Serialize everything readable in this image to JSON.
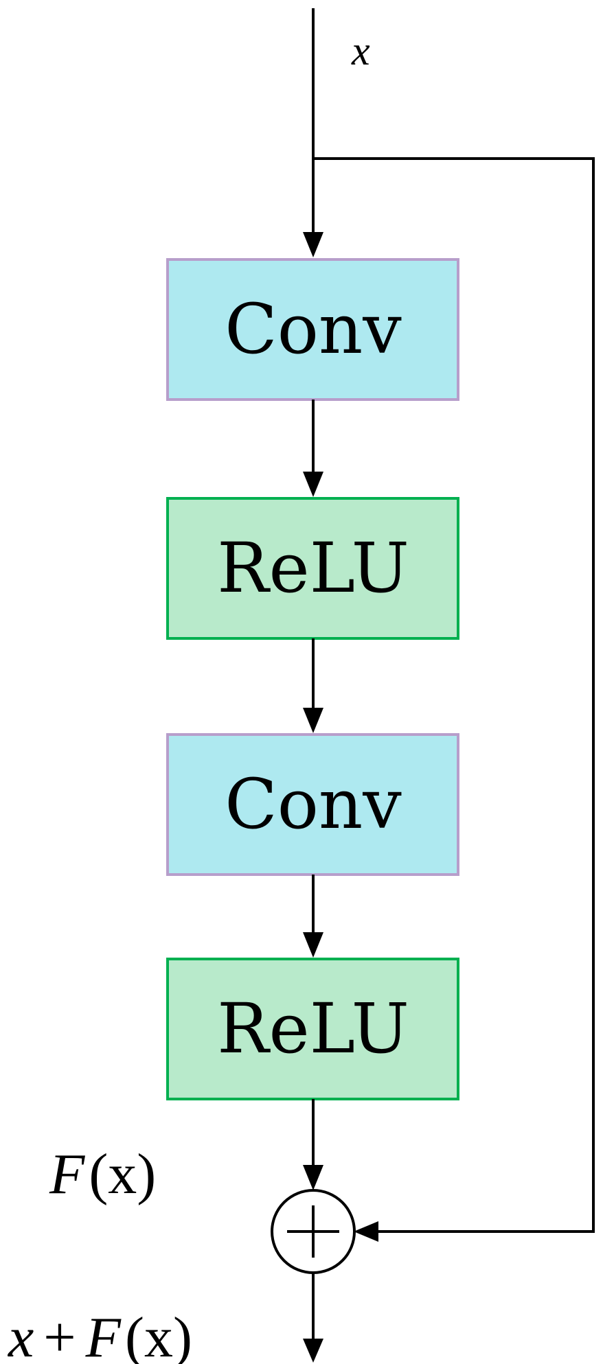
{
  "input_label": "x",
  "blocks": [
    {
      "label": "Conv",
      "kind": "conv"
    },
    {
      "label": "ReLU",
      "kind": "relu"
    },
    {
      "label": "Conv",
      "kind": "conv"
    },
    {
      "label": "ReLU",
      "kind": "relu"
    }
  ],
  "residual_label": {
    "fn": "F",
    "open": "(",
    "arg": "x",
    "close": ")"
  },
  "output_label": {
    "var": "x",
    "plus": "+",
    "fn": "F",
    "open": "(",
    "arg": "x",
    "close": ")"
  },
  "adder_symbol": "+",
  "colors": {
    "conv_fill": "#AEE9F0",
    "conv_stroke": "#B79ECB",
    "relu_fill": "#B8EACB",
    "relu_stroke": "#00B050",
    "line": "#000000"
  }
}
